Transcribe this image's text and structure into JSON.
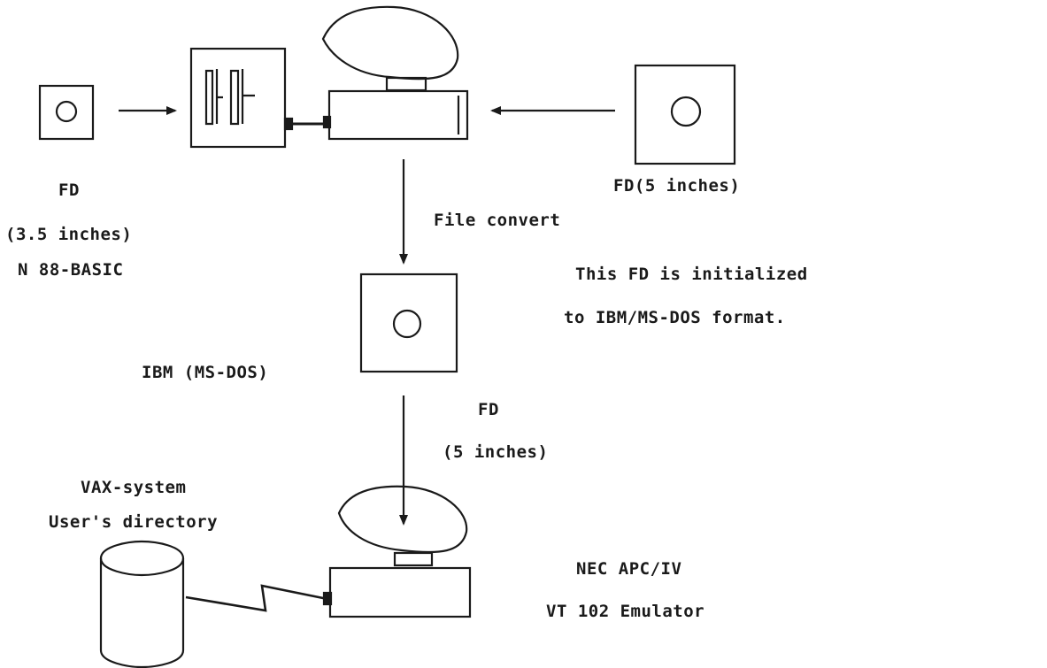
{
  "labels": {
    "fd_small": "FD",
    "fd_small_size": "(3.5 inches)",
    "n88_basic": "N 88-BASIC",
    "fd_5_right": "FD(5 inches)",
    "file_convert": "File convert",
    "fd_initialized_line1": "This FD is initialized",
    "fd_initialized_line2": "to IBM/MS-DOS format.",
    "ibm_msdos": "IBM (MS-DOS)",
    "fd_mid": "FD",
    "fd_mid_size": "(5 inches)",
    "vax_system": "VAX-system",
    "users_directory": "User's directory",
    "nec_apc": "NEC APC/IV",
    "vt102_emulator": "VT 102 Emulator"
  },
  "colors": {
    "ink": "#1a1a1a",
    "paper": "#ffffff"
  }
}
